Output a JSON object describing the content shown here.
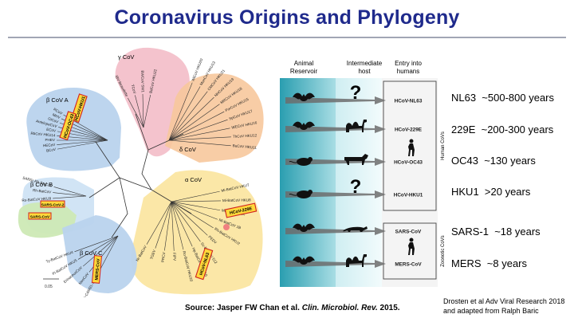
{
  "title": "Coronavirus Origins and Phylogeny",
  "tree": {
    "groups": {
      "gamma": "γ CoV",
      "delta": "δ CoV",
      "alpha": "α CoV",
      "betaA": "β CoV A",
      "betaB": "β CoV B",
      "betaC": "β CoV C"
    },
    "scale_label": "0.05",
    "highlighted": [
      "HCoV-HKU1",
      "HCoV-OC43",
      "SARS-CoV",
      "SARS-CoV-2",
      "MERS-CoV",
      "HCoV-229E",
      "HCoV-NL63"
    ],
    "leaves": {
      "gamma": [
        "IBV-Beaudette",
        "TCoV",
        "BWCoV SW1",
        "BdCoV HKU22"
      ],
      "delta": [
        "WiCoV HKU20",
        "MunCoV HKU13",
        "CMCoV HKU21",
        "NHCoV HKU19",
        "MRCoV HKU18",
        "PorCoV HKU15",
        "SpCoV HKU17",
        "WECoV HKU16",
        "ThCoV HKU12",
        "BuCoV HKU11"
      ],
      "alpha": [
        "Mi-BatCoV HKU7",
        "Mi-BatCoV HKU8",
        "Mi-BatCoV 1A",
        "Mi-BatCoV 1B",
        "Rh-BatCoV HKU2",
        "PEDV",
        "Sc-BatCoV 512",
        "Hp-BatCoV HKU10",
        "Ro-BatCoV HKU10",
        "FIPV",
        "PRCV",
        "TGEV",
        "Nr-BatCoV"
      ],
      "betaA": [
        "BCoV",
        "HECoV",
        "PHEV",
        "RbCoV HKU14",
        "ECoV",
        "AntelopeCoV",
        "GiCoV",
        "MHV",
        "RCoV"
      ],
      "betaB": [
        "Ro-BatCoV HKU9",
        "Rh-BatCoV",
        "SARSr-Rh-BatCoV"
      ],
      "betaC": [
        "Ty-BatCoV HKU4",
        "Pi-BatCoV HKU5",
        "ErinaceusCoV",
        "NeoCoV",
        "KSA-CAMEL-363"
      ]
    }
  },
  "flow": {
    "headers": {
      "reservoir": "Animal\nReservoir",
      "intermediate": "Intermediate\nhost",
      "entry": "Entry into\nhumans"
    },
    "rows": [
      {
        "virus": "HCoV-NL63",
        "reservoir": "bat-icon",
        "intermediate": "?"
      },
      {
        "virus": "HCoV-229E",
        "reservoir": "bat-icon",
        "intermediate": "camel-icon"
      },
      {
        "virus": "HCoV-OC43",
        "reservoir": "rodent-icon",
        "intermediate": "cow-icon"
      },
      {
        "virus": "HCoV-HKU1",
        "reservoir": "rodent-icon",
        "intermediate": "?"
      },
      {
        "virus": "SARS-CoV",
        "reservoir": "bat-icon",
        "intermediate": "civet-icon"
      },
      {
        "virus": "MERS-CoV",
        "reservoir": "bat-icon",
        "intermediate": "camel-icon"
      }
    ],
    "side_labels": {
      "human": "Human CoVs",
      "zoonotic": "Zoonotic CoVs"
    }
  },
  "ages": [
    {
      "name": "NL63",
      "age": "~500-800 years"
    },
    {
      "name": "229E",
      "age": "~200-300 years"
    },
    {
      "name": "OC43",
      "age": "~130 years"
    },
    {
      "name": "HKU1",
      "age": ">20 years"
    },
    {
      "name": "SARS-1",
      "age": "~18 years"
    },
    {
      "name": "MERS",
      "age": "~8 years"
    }
  ],
  "source": {
    "prefix": "Source: Jasper FW Chan et al.",
    "journal": "Clin. Microbiol. Rev.",
    "year": "2015."
  },
  "credit": {
    "line1": "Drosten et al Adv Viral Research 2018",
    "line2": "and adapted from Ralph Baric"
  },
  "colors": {
    "title": "#1f2a8c",
    "gamma": "#f3bcc8",
    "delta": "#f6c59a",
    "alpha": "#fbe6a2",
    "betaA": "#bcd4ec",
    "betaB": "#cfe3f4",
    "betaC": "#bcd4ec",
    "betaGreen": "#cde9b5",
    "highlight": "#ffd83a",
    "highlightBorder": "#d12020"
  }
}
